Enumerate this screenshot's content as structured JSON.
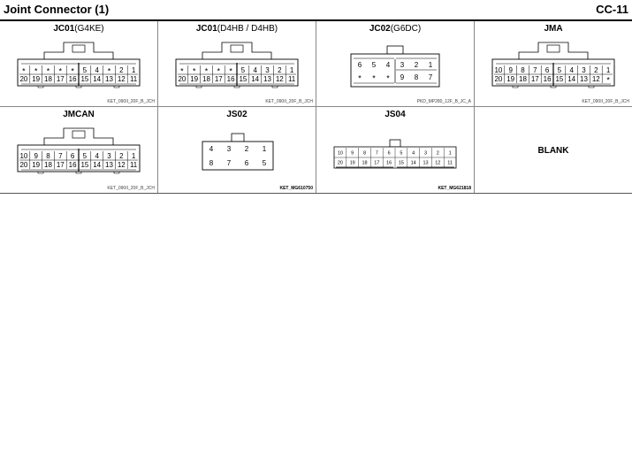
{
  "header": {
    "title": "Joint Connector (1)",
    "code": "CC-11"
  },
  "cells": [
    {
      "name": "JC01",
      "variant": "(G4KE)",
      "part": "KET_090II_20F_B_JCH",
      "rows": [
        [
          "*",
          "*",
          "*",
          "*",
          "*",
          "5",
          "4",
          "*",
          "2",
          "1"
        ],
        [
          "20",
          "19",
          "18",
          "17",
          "16",
          "15",
          "14",
          "13",
          "12",
          "11"
        ]
      ]
    },
    {
      "name": "JC01",
      "variant": "(D4HB / D4HB)",
      "part": "KET_090II_20F_B_JCH",
      "rows": [
        [
          "*",
          "*",
          "*",
          "*",
          "*",
          "5",
          "4",
          "3",
          "2",
          "1"
        ],
        [
          "20",
          "19",
          "18",
          "17",
          "16",
          "15",
          "14",
          "13",
          "12",
          "11"
        ]
      ]
    },
    {
      "name": "JC02",
      "variant": "(G6DC)",
      "part": "PKD_MP280_12F_B_JC_A",
      "rows": [
        [
          "6",
          "5",
          "4",
          "3",
          "2",
          "1"
        ],
        [
          "*",
          "*",
          "*",
          "9",
          "8",
          "7"
        ]
      ]
    },
    {
      "name": "JMA",
      "variant": "",
      "part": "KET_090II_20F_B_JCH",
      "rows": [
        [
          "10",
          "9",
          "8",
          "7",
          "6",
          "5",
          "4",
          "3",
          "2",
          "1"
        ],
        [
          "20",
          "19",
          "18",
          "17",
          "16",
          "15",
          "14",
          "13",
          "12",
          "*"
        ]
      ]
    },
    {
      "name": "JMCAN",
      "variant": "",
      "part": "KET_090II_20F_B_JCH",
      "rows": [
        [
          "10",
          "9",
          "8",
          "7",
          "6",
          "5",
          "4",
          "3",
          "2",
          "1"
        ],
        [
          "20",
          "19",
          "18",
          "17",
          "16",
          "15",
          "14",
          "13",
          "12",
          "11"
        ]
      ]
    },
    {
      "name": "JS02",
      "variant": "",
      "part": "KET_MG610750",
      "rows": [
        [
          "4",
          "3",
          "2",
          "1"
        ],
        [
          "8",
          "7",
          "6",
          "5"
        ]
      ]
    },
    {
      "name": "JS04",
      "variant": "",
      "part": "KET_MG621818",
      "rows": [
        [
          "10",
          "9",
          "8",
          "7",
          "6",
          "5",
          "4",
          "3",
          "2",
          "1"
        ],
        [
          "20",
          "19",
          "18",
          "17",
          "16",
          "15",
          "14",
          "13",
          "12",
          "11"
        ]
      ]
    },
    {
      "name": "BLANK",
      "variant": "",
      "part": "",
      "rows": []
    }
  ]
}
